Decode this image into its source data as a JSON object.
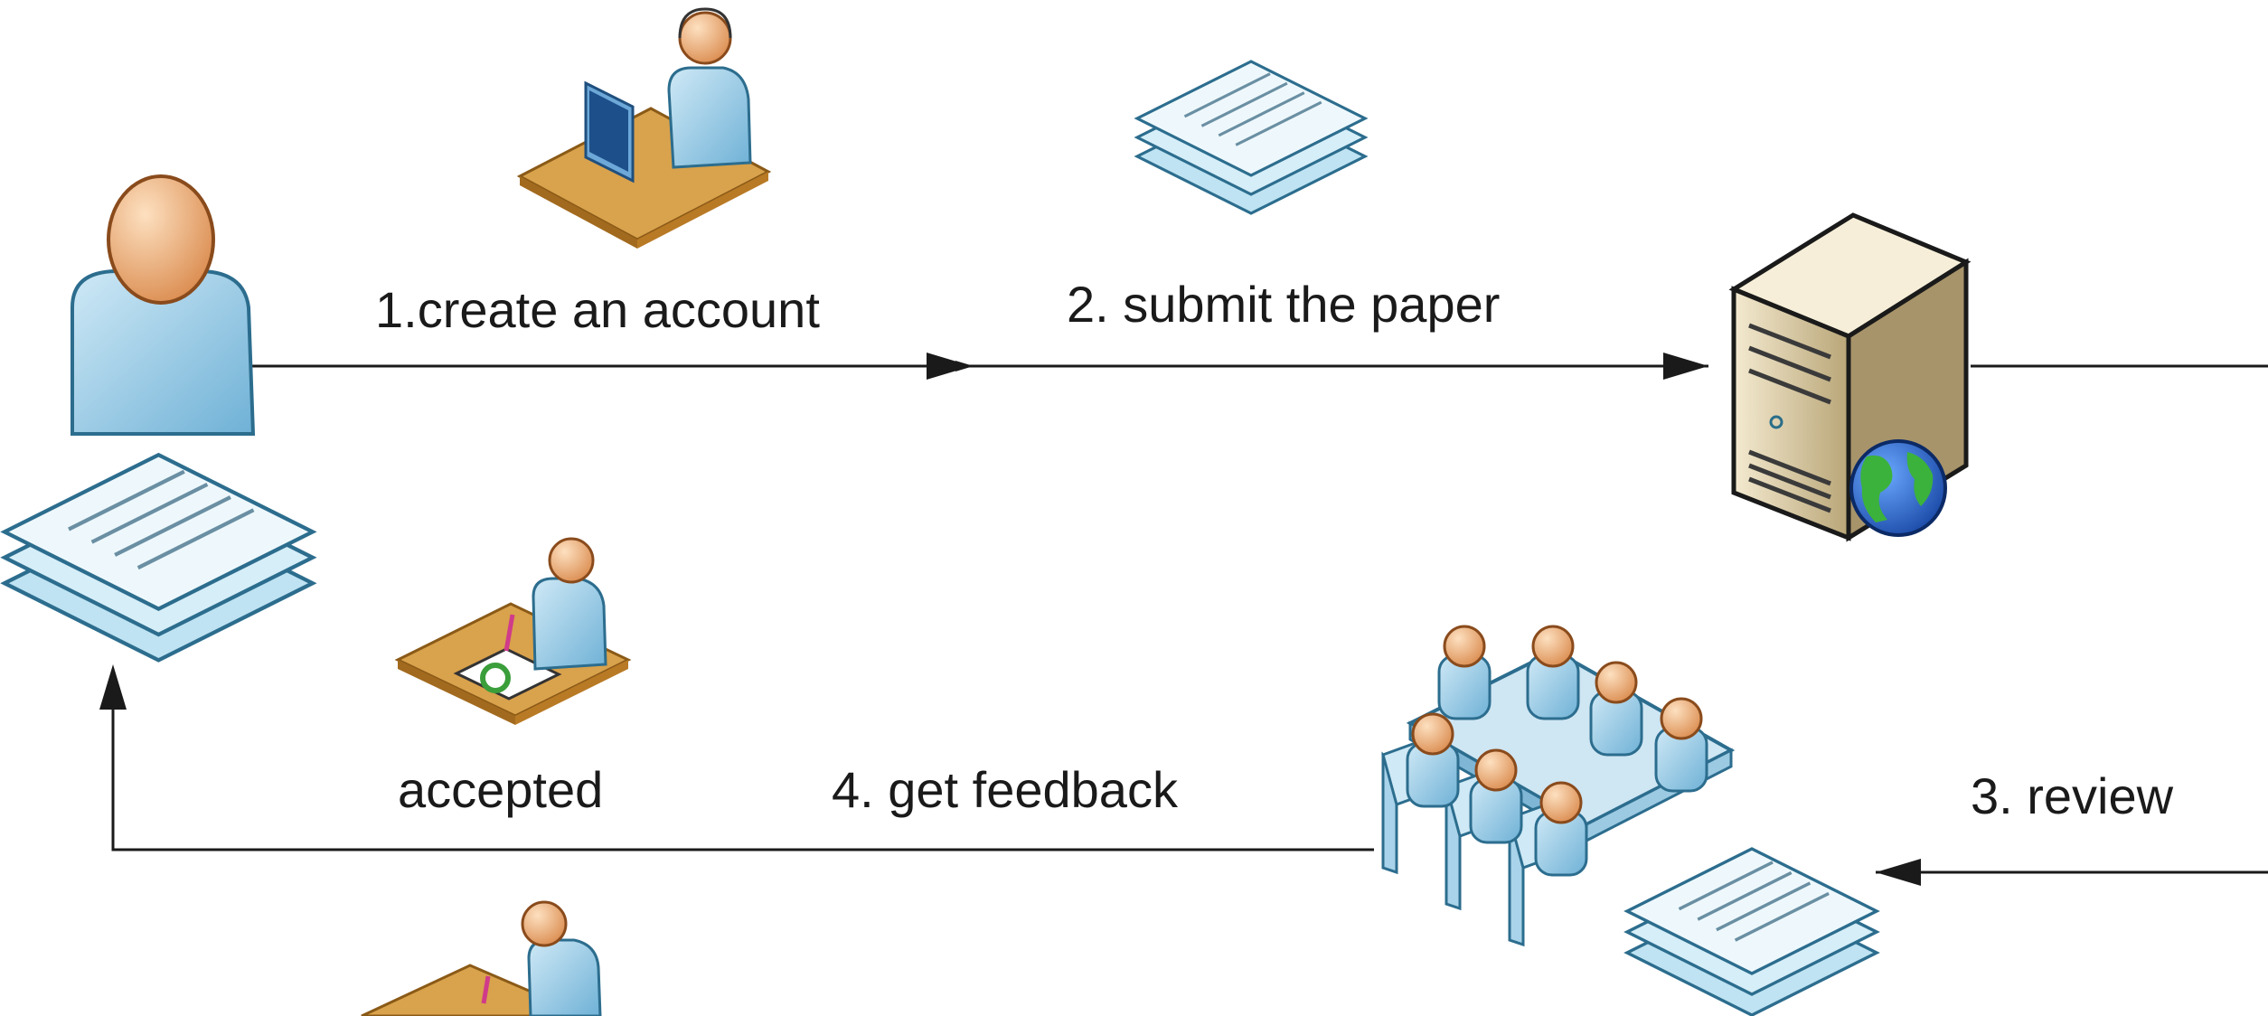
{
  "steps": {
    "create_account": "1.create an account",
    "submit_paper": "2. submit the paper",
    "review": "3. review",
    "get_feedback": "4. get feedback"
  },
  "outcomes": {
    "accepted": "accepted"
  },
  "icons": [
    "author-person-icon",
    "papers-stack-icon",
    "person-at-computer-icon",
    "web-server-icon",
    "globe-icon",
    "review-committee-icon",
    "person-signing-document-icon"
  ],
  "colors": {
    "arrow": "#1a1a1a",
    "skin": "#f0a868",
    "shirt": "#a9d3ea",
    "paper": "#eaf6fb",
    "desk": "#d9a24c",
    "server": "#e2d3a8"
  }
}
